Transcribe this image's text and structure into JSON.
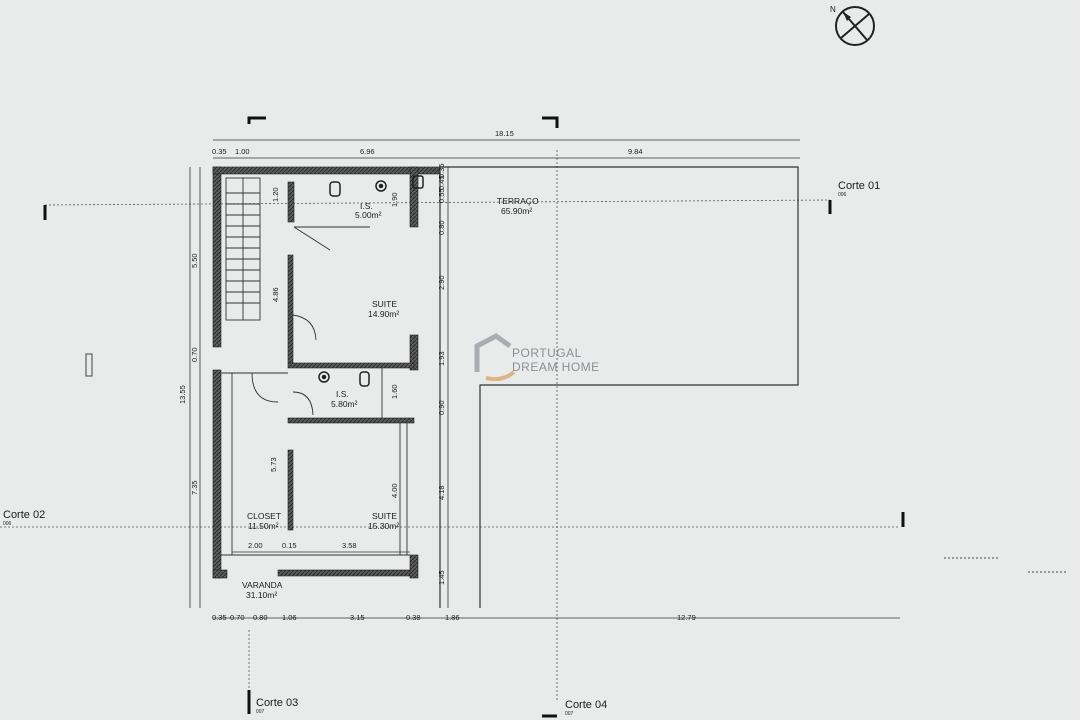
{
  "compass": {
    "label": "N"
  },
  "watermark": {
    "line1": "PORTUGAL",
    "line2": "DREAM HOME"
  },
  "sections": {
    "corte01": {
      "label": "Corte 01",
      "sub": "006"
    },
    "corte02": {
      "label": "Corte 02",
      "sub": "006"
    },
    "corte03": {
      "label": "Corte 03",
      "sub": "007"
    },
    "corte04": {
      "label": "Corte 04",
      "sub": "007"
    }
  },
  "rooms": {
    "terraco": {
      "name": "TERRAÇO",
      "area": "65.90m²"
    },
    "is_top": {
      "name": "I.S.",
      "area": "5.00m²"
    },
    "suite_top": {
      "name": "SUITE",
      "area": "14.90m²"
    },
    "is_mid": {
      "name": "I.S.",
      "area": "5.80m²"
    },
    "closet": {
      "name": "CLOSET",
      "area": "11.50m²"
    },
    "suite_bottom": {
      "name": "SUITE",
      "area": "15.30m²"
    },
    "varanda": {
      "name": "VARANDA",
      "area": "31.10m²"
    }
  },
  "dims": {
    "overall": "18.15",
    "top_a": "0.35",
    "top_b": "1.00",
    "top_c": "6.96",
    "top_d": "9.84",
    "left_total": "13.55",
    "left_upper": "5.50",
    "left_mid": "0.70",
    "left_lower": "7.35",
    "stair": "4.86",
    "closet_h": "5.73",
    "is_w": "1.20",
    "v_a": "0.35",
    "v_b": "0.45",
    "v_c": "0.55",
    "v_d": "0.80",
    "v_e": "2.90",
    "v_f": "1.93",
    "v_g": "0.90",
    "v_h": "4.18",
    "v_i": "1.45",
    "is_top_h": "1.90",
    "is_mid_h": "1.60",
    "suite_h": "4.00",
    "inner_a": "2.00",
    "inner_b": "0.15",
    "inner_c": "3.58",
    "bot_a": "0.35",
    "bot_b": "0.70",
    "bot_c": "0.80",
    "bot_d": "1.06",
    "bot_e": "3.15",
    "bot_f": "0.38",
    "bot_g": "1.86",
    "bot_h": "12.79"
  }
}
